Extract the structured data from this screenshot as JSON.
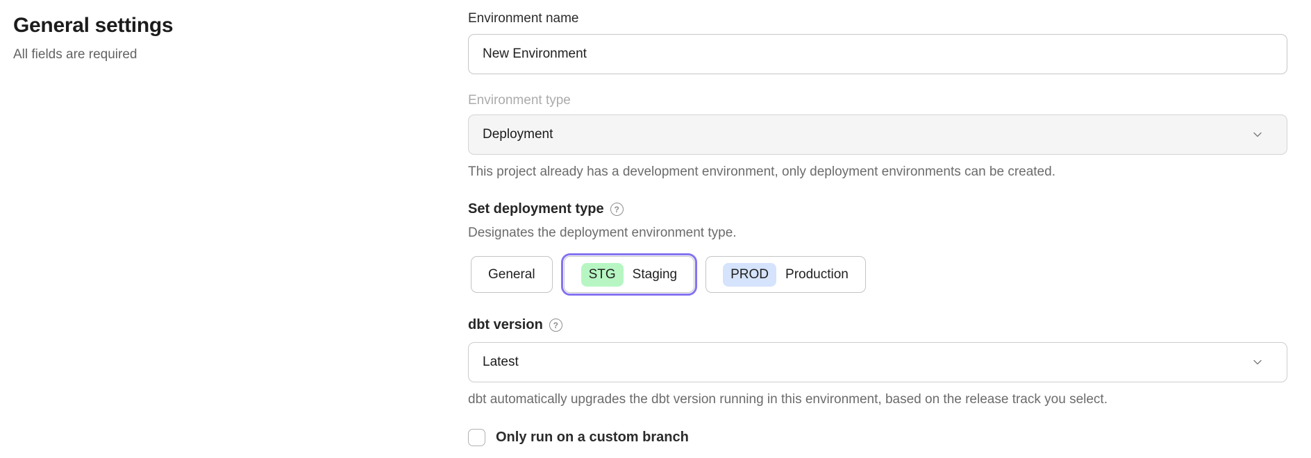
{
  "page": {
    "title": "General settings",
    "subtitle": "All fields are required"
  },
  "form": {
    "environment_name": {
      "label": "Environment name",
      "value": "New Environment"
    },
    "environment_type": {
      "label": "Environment type",
      "selected_value": "Deployment",
      "disabled": true,
      "helper": "This project already has a development environment, only deployment environments can be created."
    },
    "deployment_type": {
      "heading": "Set deployment type",
      "help_icon_glyph": "?",
      "description": "Designates the deployment environment type.",
      "options": [
        {
          "label": "General",
          "badge": "",
          "selected": false
        },
        {
          "label": "Staging",
          "badge": "STG",
          "badge_color": "#b7f6c3",
          "selected": true
        },
        {
          "label": "Production",
          "badge": "PROD",
          "badge_color": "#d5e3fc",
          "selected": false
        }
      ]
    },
    "dbt_version": {
      "heading": "dbt version",
      "help_icon_glyph": "?",
      "selected_value": "Latest",
      "helper": "dbt automatically upgrades the dbt version running in this environment, based on the release track you select."
    },
    "custom_branch": {
      "label": "Only run on a custom branch",
      "checked": false
    }
  },
  "colors": {
    "selected_ring_purple": "#8373f0",
    "stg_badge_green": "#b7f6c3",
    "prod_badge_blue": "#d5e3fc",
    "disabled_field_bg": "#f5f5f5",
    "border_gray": "#c6c6c6",
    "helper_text_gray": "#6b6b6b",
    "disabled_label_gray": "#ababab"
  }
}
